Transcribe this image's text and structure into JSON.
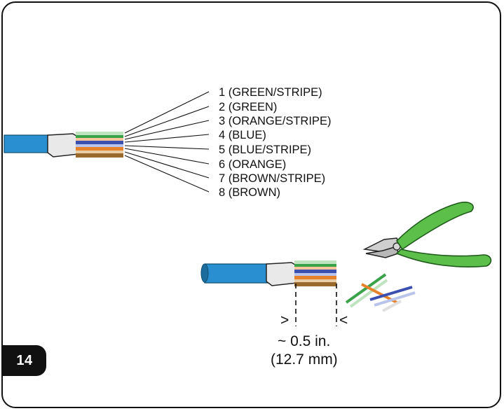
{
  "step": {
    "number": "14"
  },
  "wire_labels": [
    "1 (GREEN/STRIPE)",
    "2 (GREEN)",
    "3 (ORANGE/STRIPE)",
    "4 (BLUE)",
    "5 (BLUE/STRIPE)",
    "6 (ORANGE)",
    "7 (BROWN/STRIPE)",
    "8 (BROWN)"
  ],
  "measurement": {
    "imperial": "~ 0.5 in.",
    "metric": "(12.7 mm)",
    "left_marker": ">",
    "right_marker": "<"
  },
  "colors": {
    "cable_jacket": "#2a8fd0",
    "green": "#3aa34a",
    "orange": "#e8822a",
    "blue": "#3a4fb0",
    "brown": "#9a6a2c",
    "pliers_handle": "#5cbf4a"
  },
  "icons": {
    "pliers": "wire-cutter-pliers-icon"
  }
}
